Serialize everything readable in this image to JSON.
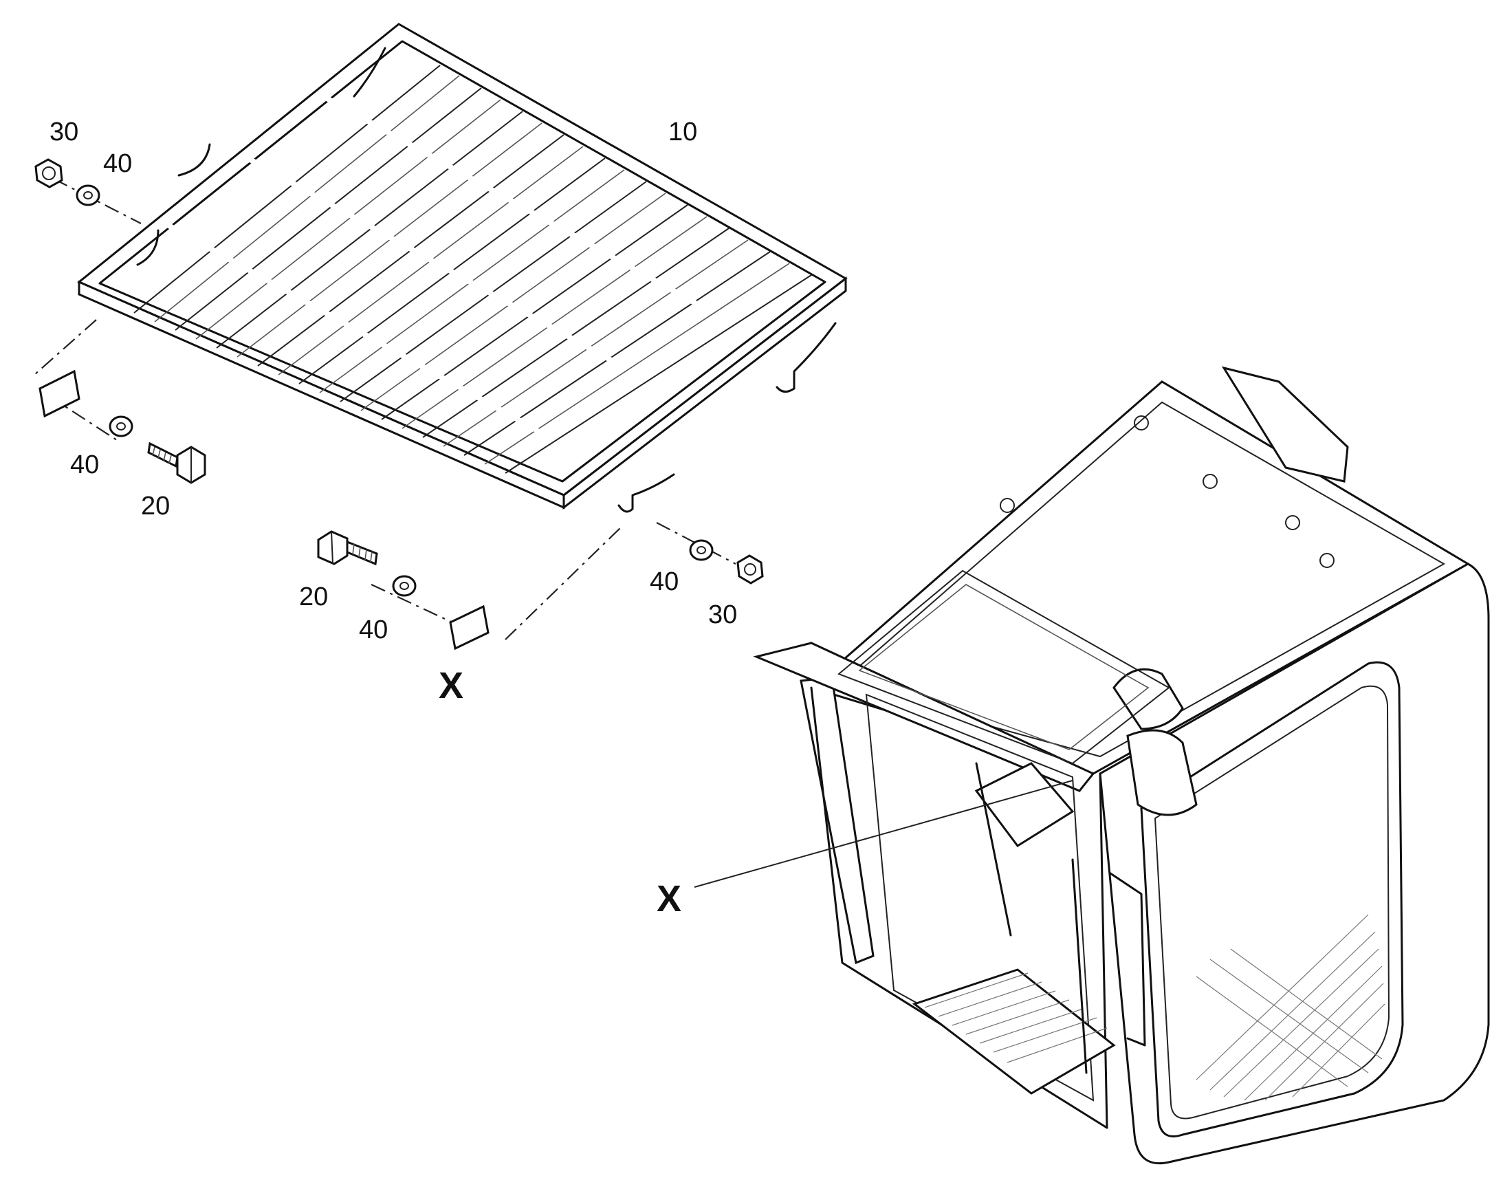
{
  "callouts": {
    "grate": "10",
    "bolt_left": "20",
    "bolt_right": "20",
    "nut_left": "30",
    "nut_right": "30",
    "washer_top_left": "40",
    "washer_left": "40",
    "washer_center": "40",
    "washer_right": "40",
    "detail_x_label": "X",
    "cab_x_label": "X"
  },
  "icons": {
    "grate": "floor-grate-icon",
    "bolt": "hex-bolt-icon",
    "nut": "hex-nut-icon",
    "washer": "washer-icon",
    "clip": "retaining-clip-icon",
    "cab": "operator-cab-icon"
  }
}
